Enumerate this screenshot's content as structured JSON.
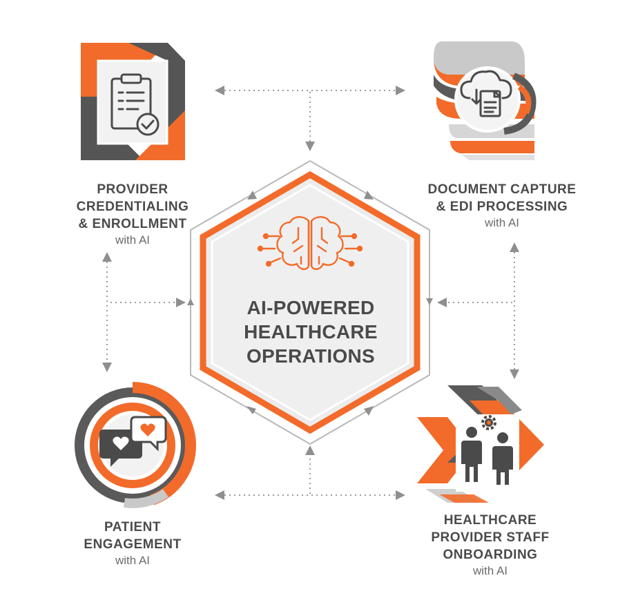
{
  "center": {
    "title_lines": [
      "AI-POWERED",
      "HEALTHCARE",
      "OPERATIONS"
    ],
    "icon": "ai-brain-circuit-icon"
  },
  "nodes": {
    "credentialing": {
      "title_lines": [
        "PROVIDER",
        "CREDENTIALING",
        "& ENROLLMENT"
      ],
      "sub": "with AI",
      "icon": "clipboard-check-icon"
    },
    "document": {
      "title_lines": [
        "DOCUMENT CAPTURE",
        "& EDI PROCESSING"
      ],
      "sub": "with AI",
      "icon": "cloud-document-icon"
    },
    "patient": {
      "title_lines": [
        "PATIENT",
        "ENGAGEMENT"
      ],
      "sub": "with AI",
      "icon": "heart-chat-icon"
    },
    "onboarding": {
      "title_lines": [
        "HEALTHCARE",
        "PROVIDER STAFF",
        "ONBOARDING"
      ],
      "sub": "with AI",
      "icon": "staff-gear-icon"
    }
  },
  "colors": {
    "accent": "#f26b2a",
    "dark": "#4f4f4f",
    "mid": "#8a8a8a",
    "light": "#f1f1f1",
    "connector": "#9a9a9a"
  }
}
